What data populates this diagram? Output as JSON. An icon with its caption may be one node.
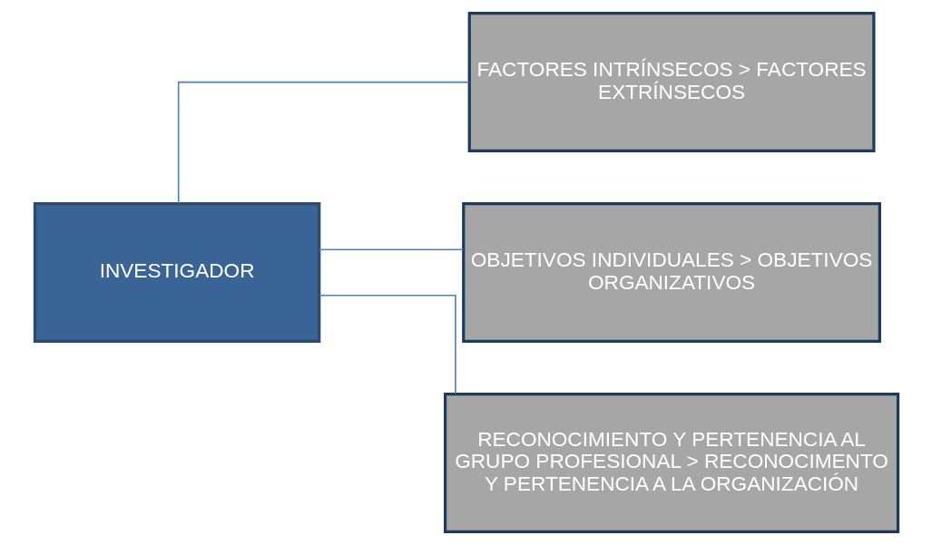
{
  "diagram": {
    "nodes": [
      {
        "text": [
          "INVESTIGADOR"
        ]
      },
      {
        "text": [
          "FACTORES INTRÍNSECOS > FACTORES EXTRÍNSECOS"
        ]
      },
      {
        "text": [
          "OBJETIVOS INDIVIDUALES > OBJETIVOS ORGANIZATIVOS"
        ]
      },
      {
        "text": [
          "RECONOCIMIENTO Y PERTENENCIA AL GRUPO PROFESIONAL > RECONOCIMENTO Y PERTENENCIA A LA ORGANIZACIÓN"
        ]
      }
    ],
    "edges": [
      {
        "from": 0,
        "to": 1,
        "arrow": "none"
      },
      {
        "from": 0,
        "to": 2,
        "arrow": "none"
      },
      {
        "from": 0,
        "to": 3,
        "arrow": "none"
      }
    ]
  }
}
